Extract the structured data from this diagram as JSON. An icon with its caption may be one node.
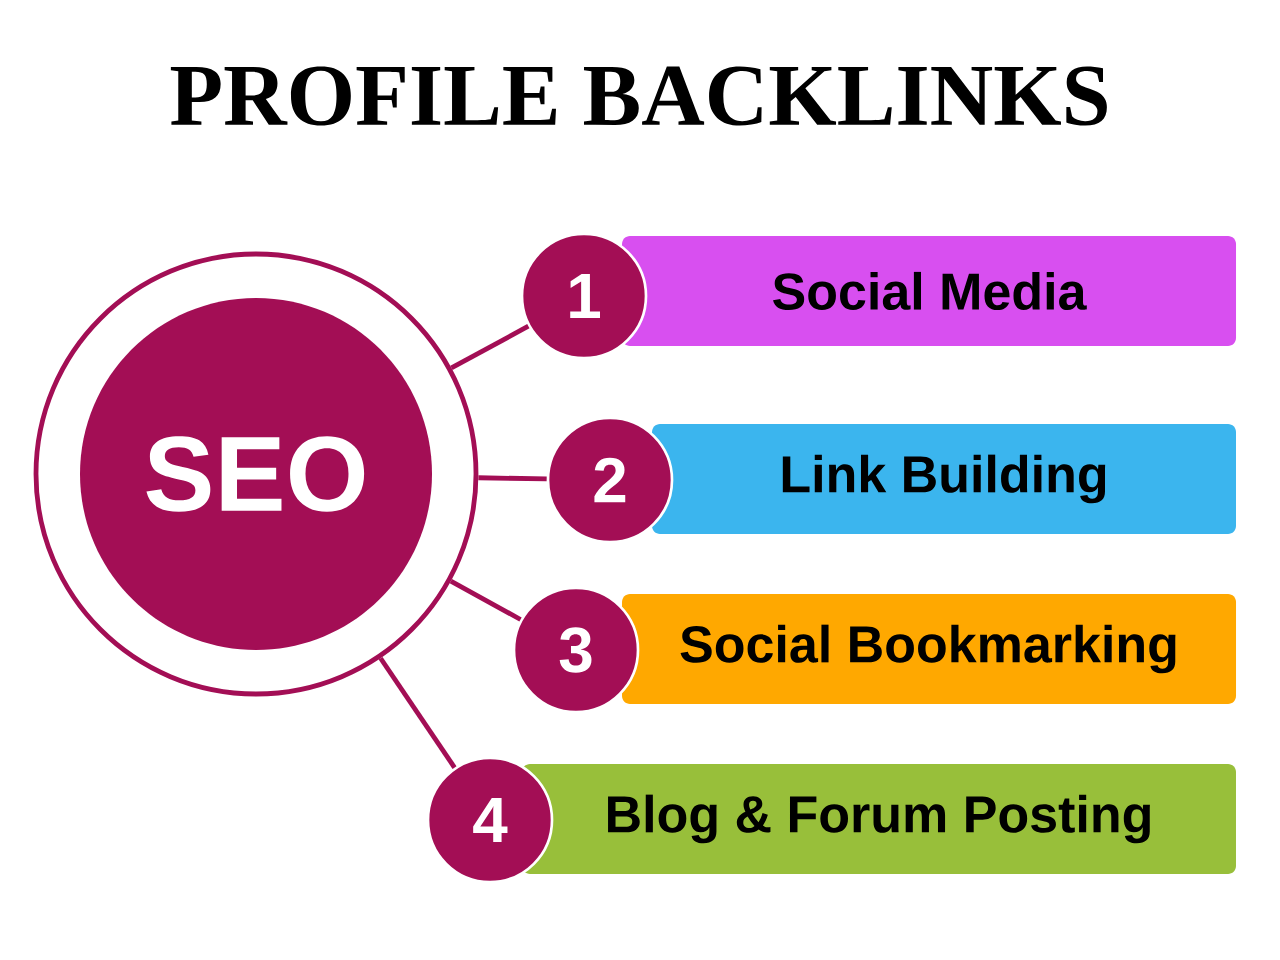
{
  "diagram": {
    "title": "PROFILE BACKLINKS",
    "nodes": [
      {
        "text": [
          "SEO"
        ]
      },
      {
        "text": [
          "1"
        ]
      },
      {
        "text": [
          "Social Media"
        ]
      },
      {
        "text": [
          "2"
        ]
      },
      {
        "text": [
          "Link Building"
        ]
      },
      {
        "text": [
          "3"
        ]
      },
      {
        "text": [
          "Social Bookmarking"
        ]
      },
      {
        "text": [
          "4"
        ]
      },
      {
        "text": [
          "Blog & Forum Posting"
        ]
      }
    ],
    "edges": [
      {
        "from": 0,
        "to": 1,
        "arrow": "none"
      },
      {
        "from": 0,
        "to": 3,
        "arrow": "none"
      },
      {
        "from": 0,
        "to": 5,
        "arrow": "none"
      },
      {
        "from": 0,
        "to": 7,
        "arrow": "none"
      }
    ]
  }
}
